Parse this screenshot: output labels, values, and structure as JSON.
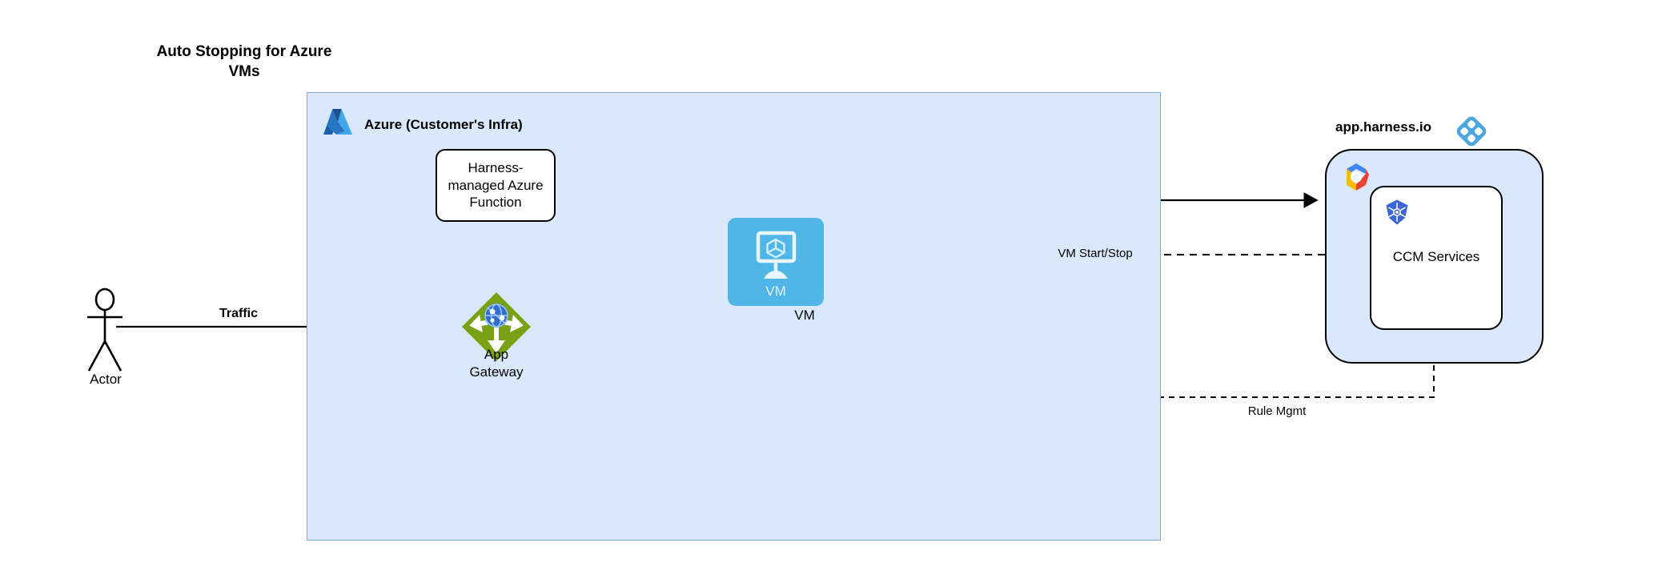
{
  "title": "Auto Stopping for Azure\nVMs",
  "containers": {
    "azure": {
      "label": "Azure (Customer's Infra)",
      "logo_icon": "azure-logo-icon",
      "fill": "#dae8fc",
      "stroke": "#7ea6e0"
    },
    "harness": {
      "label": "app.harness.io",
      "logo_icon": "harness-logo-icon",
      "inner_logo_icon": "google-cloud-logo-icon",
      "fill": "#dae8fc",
      "stroke": "#000000"
    }
  },
  "nodes": {
    "actor": {
      "label": "Actor",
      "icon": "actor-stick-figure-icon"
    },
    "azure_function": {
      "label": "Harness-\nmanaged Azure\nFunction"
    },
    "app_gateway": {
      "label": "App\nGateway",
      "icon": "azure-application-gateway-icon",
      "fill": "#7aa116"
    },
    "vm": {
      "inner_label": "VM",
      "outer_label": "VM",
      "icon": "virtual-machine-icon",
      "fill": "#50b6e8"
    },
    "ccm_services": {
      "label": "CCM Services",
      "icon": "kubernetes-logo-icon"
    }
  },
  "edges": {
    "traffic": {
      "label": "Traffic",
      "style": "solid",
      "from": "actor",
      "to": "app_gateway"
    },
    "gateway_to_vm": {
      "label": "",
      "style": "solid",
      "from": "app_gateway",
      "to": "vm"
    },
    "gateway_to_function": {
      "label": "",
      "style": "solid",
      "from": "app_gateway",
      "to": "azure_function"
    },
    "function_to_harness": {
      "label": "",
      "style": "solid-bidirectional",
      "from": "azure_function",
      "to": "harness"
    },
    "vm_start_stop": {
      "label": "VM Start/Stop",
      "style": "dashed",
      "from": "ccm_services",
      "to": "vm"
    },
    "rule_mgmt": {
      "label": "Rule Mgmt",
      "style": "dashed",
      "from": "harness",
      "to": "app_gateway"
    }
  },
  "colors": {
    "container_fill": "#dae8fc",
    "container_stroke": "#7ea6e0",
    "vm_blue": "#50b6e8",
    "gateway_green": "#7aa116",
    "harness_blue": "#4ba5de",
    "line": "#000000"
  }
}
